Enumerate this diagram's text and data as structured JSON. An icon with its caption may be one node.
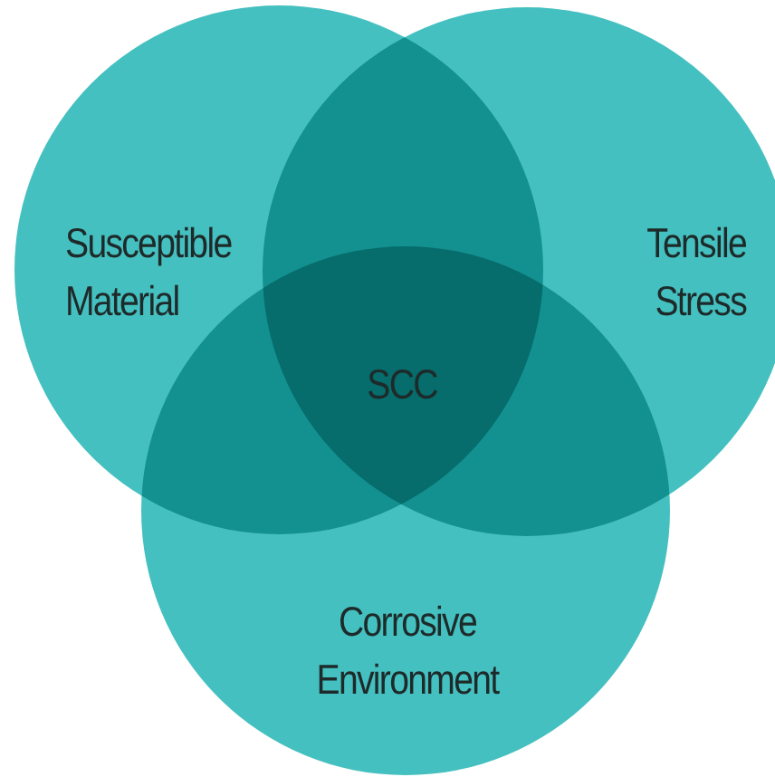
{
  "diagram": {
    "nodes": [
      {
        "text": [
          "Susceptible Material"
        ]
      },
      {
        "text": [
          "Tensile Stress"
        ]
      },
      {
        "text": [
          "Corrosive Environment"
        ]
      }
    ],
    "labels": [
      "SCC"
    ]
  }
}
